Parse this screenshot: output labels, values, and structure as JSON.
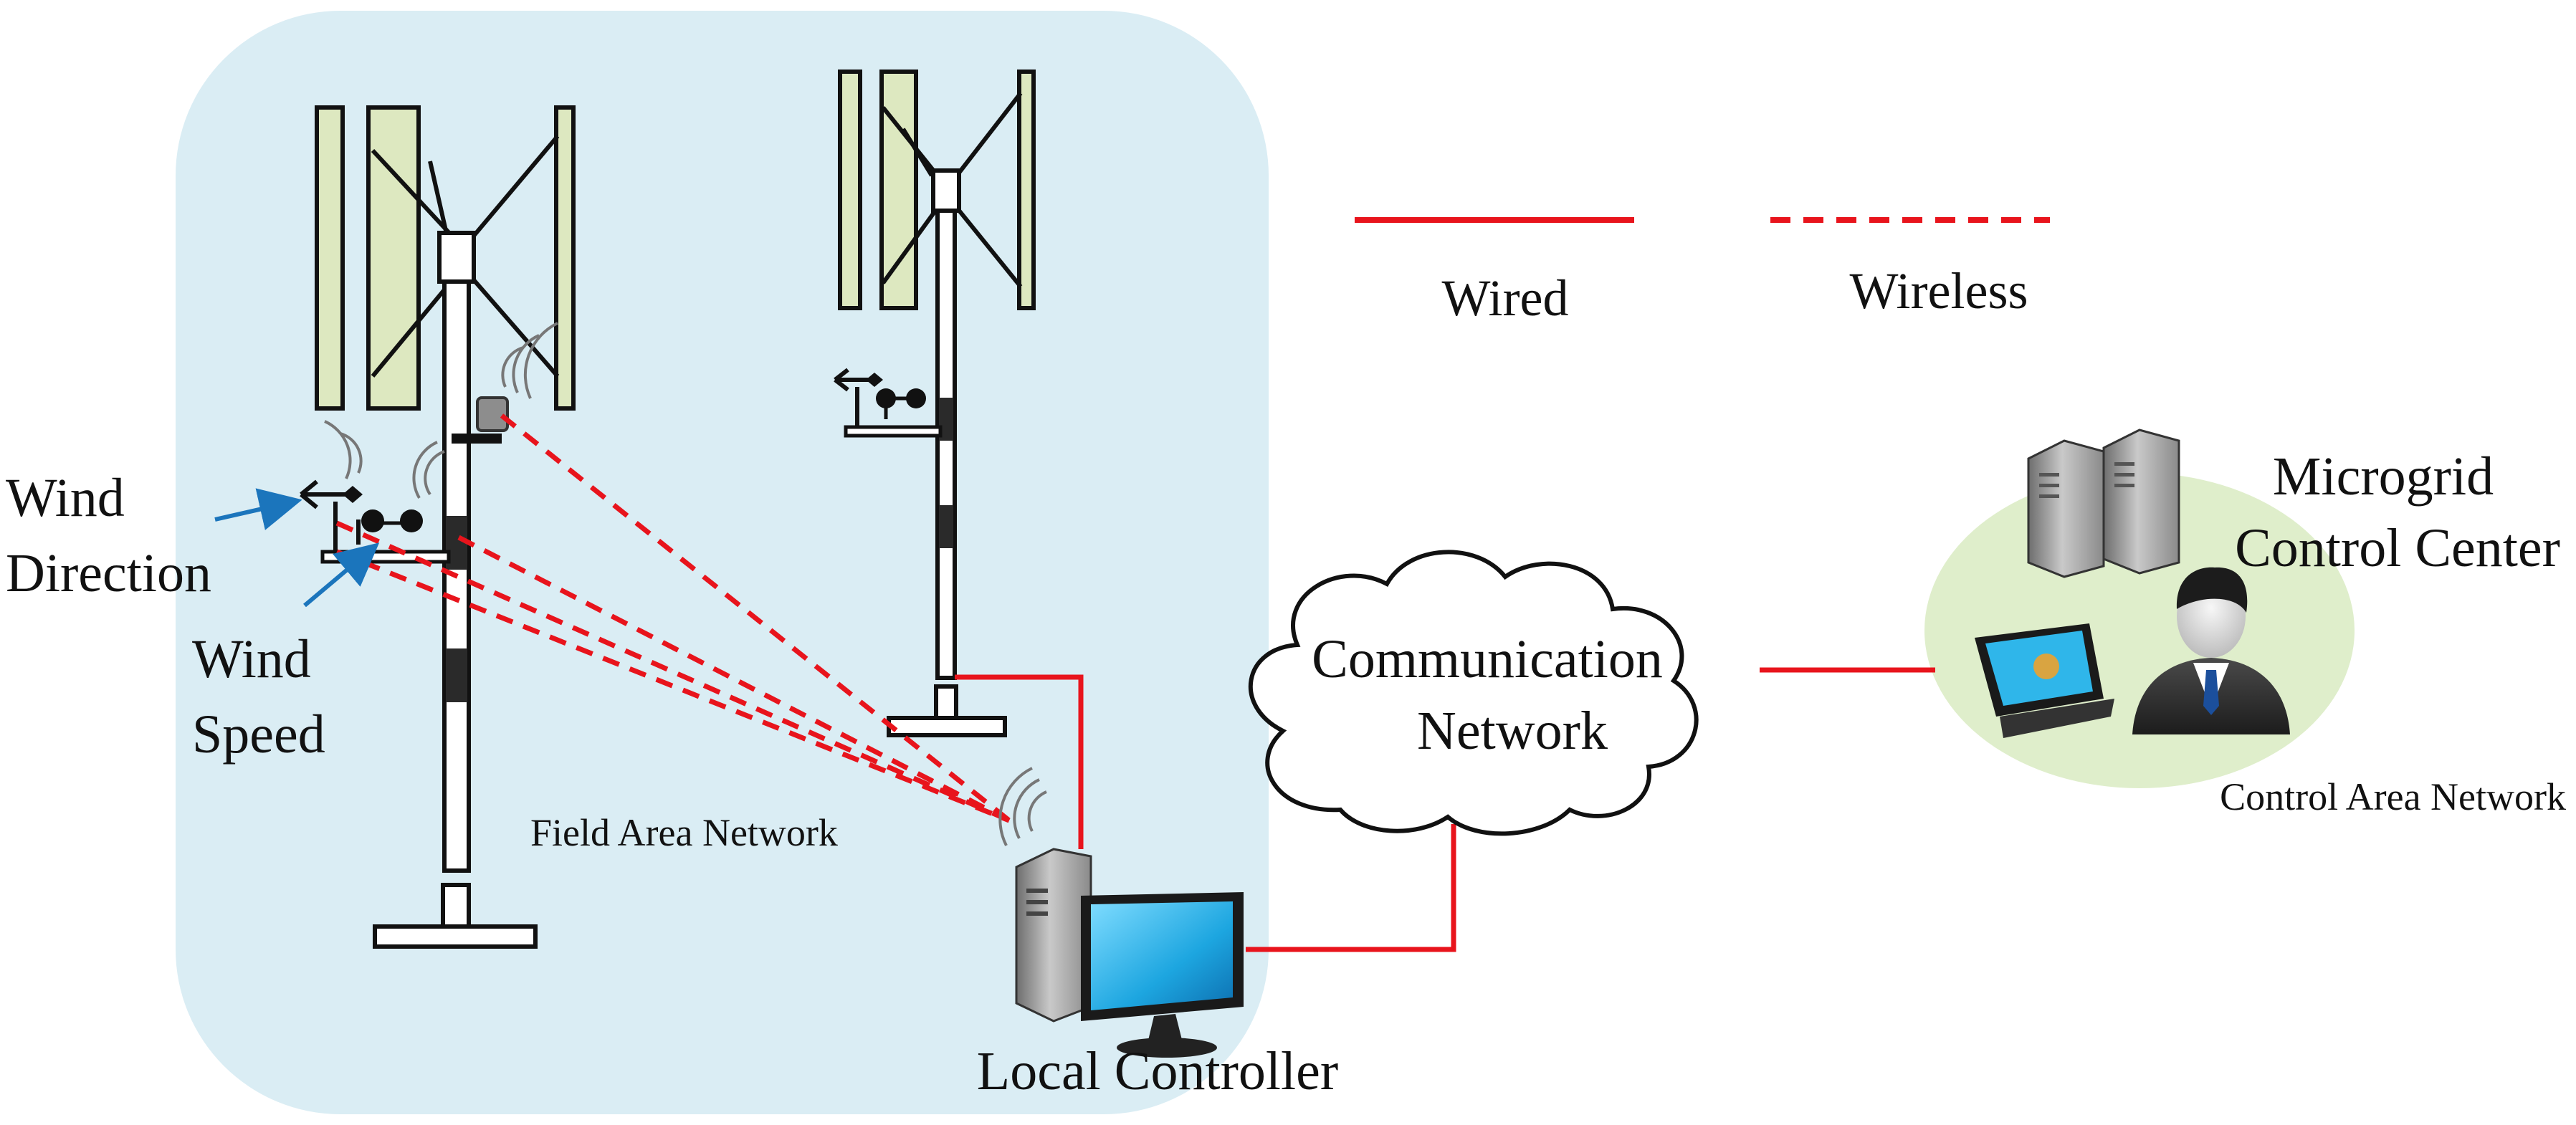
{
  "legend": {
    "wired": "Wired",
    "wireless": "Wireless"
  },
  "labels": {
    "wind_direction_1": "Wind",
    "wind_direction_2": "Direction",
    "wind_speed_1": "Wind",
    "wind_speed_2": "Speed",
    "field_area_network": "Field Area Network",
    "local_controller": "Local Controller",
    "communication_network_1": "Communication",
    "communication_network_2": "Network",
    "microgrid_control_center_1": "Microgrid",
    "microgrid_control_center_2": "Control Center",
    "control_area_network": "Control Area Network"
  },
  "colors": {
    "field_area_bg": "#daedf4",
    "control_area_bg": "#dfeecb",
    "link_line": "#e8141c",
    "pointer_arrow": "#1b75bc",
    "blade_fill": "#dde8c0",
    "monitor_screen": "#2fb6ea"
  },
  "icons": {
    "turbine": "vertical-axis-wind-turbine-icon",
    "sensor": "anemometer-icon",
    "controller": "desktop-computer-icon",
    "cloud": "cloud-icon",
    "server": "server-tower-icon",
    "operator": "operator-person-icon"
  }
}
